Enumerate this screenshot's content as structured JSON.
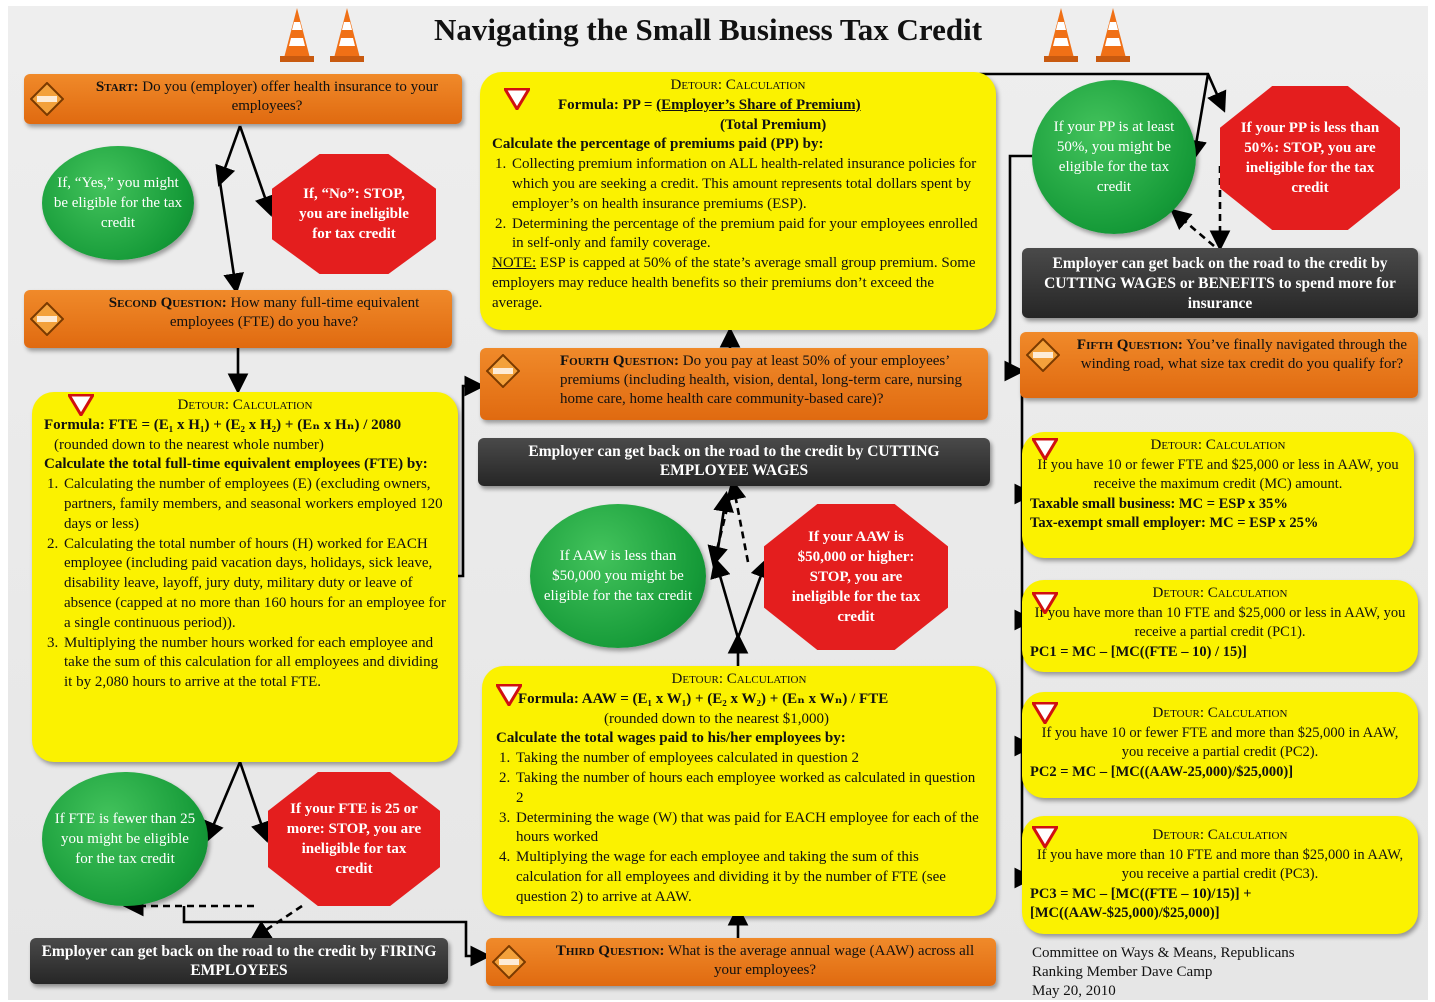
{
  "title": "Navigating the Small Business Tax Credit",
  "colors": {
    "orange": "#e8761a",
    "yellow": "#fbf200",
    "green": "#1aa03c",
    "red": "#e41e1e",
    "dark": "#333333"
  },
  "icons": {
    "cone": "traffic-cone-icon",
    "detour_sign": "detour-sign-icon",
    "yield": "yield-triangle-icon"
  },
  "start": {
    "label": "Start",
    "text": "Do you (employer) offer health insurance to your employees?"
  },
  "start_yes": "If, “Yes,” you might be eligible for the tax credit",
  "start_no": "If, “No”: STOP, you are ineligible for tax credit",
  "q2": {
    "label": "Second Question",
    "text": "How many full-time equivalent employees (FTE) do you have?"
  },
  "fte_detour": {
    "header": "Detour: Calculation",
    "formula_label": "Formula:",
    "formula": "FTE = (E₁ x H₁) + (E₂ x H₂) + (Eₙ x Hₙ) / 2080",
    "rounding": "(rounded down to the nearest whole number)",
    "lead": "Calculate the total full-time equivalent employees (FTE) by:",
    "steps": [
      "Calculating the number of employees (E) (excluding owners, partners, family members, and seasonal workers employed 120 days or less)",
      "Calculating the total number of hours (H) worked for EACH employee (including paid vacation days, holidays, sick leave, disability leave, layoff, jury duty, military duty or leave of absence (capped at no more than 160 hours for an employee for a single continuous period)).",
      "Multiplying the number hours worked for each employee and take the sum of this calculation for all employees and dividing it by 2,080 hours to arrive at the total FTE."
    ]
  },
  "fte_yes": "If FTE is fewer than 25 you might be eligible for the tax credit",
  "fte_no": "If your FTE is 25 or more: STOP, you are ineligible for tax credit",
  "fte_back": "Employer can get back on the road  to the credit by FIRING EMPLOYEES",
  "pp_detour": {
    "header": "Detour: Calculation",
    "formula_label": "Formula: PP =",
    "numerator": "(Employer’s Share of Premium)",
    "denominator": "(Total Premium)",
    "lead": "Calculate the percentage of premiums paid (PP) by:",
    "steps": [
      "Collecting premium information on ALL health-related insurance policies for which you are seeking a credit. This amount represents total dollars spent by employer’s on health insurance premiums (ESP).",
      "Determining the percentage of the premium paid for your employees enrolled in self-only and family coverage."
    ],
    "note_label": "NOTE:",
    "note": "ESP is capped at 50% of the state’s average small group premium. Some employers may reduce health benefits so their premiums don’t exceed the average."
  },
  "q4": {
    "label": "Fourth Question",
    "text": "Do you pay at least 50% of your employees’ premiums (including health, vision, dental, long-term care, nursing home care, home health care community-based care)?"
  },
  "aaw_back": "Employer can get back on the road to the credit by CUTTING EMPLOYEE WAGES",
  "aaw_yes": "If AAW is less than $50,000 you might be eligible for the tax credit",
  "aaw_no": "If your AAW is $50,000 or higher: STOP, you are ineligible for the tax credit",
  "aaw_detour": {
    "header": "Detour: Calculation",
    "formula_label": "Formula:",
    "formula": "AAW = (E₁ x W₁) + (E₂ x W₂) + (Eₙ x Wₙ) / FTE",
    "rounding": "(rounded down to the nearest $1,000)",
    "lead": "Calculate the total wages paid to his/her employees by:",
    "steps": [
      "Taking the number of employees calculated in question 2",
      "Taking the number of hours each employee worked as calculated in question 2",
      "Determining the  wage  (W) that was paid for EACH employee for each of the hours worked",
      "Multiplying the wage for each employee and taking the sum of this calculation for all employees and dividing it by the number of FTE (see question 2) to arrive at AAW."
    ]
  },
  "q3": {
    "label": "Third Question",
    "text": "What is the average annual wage (AAW) across all your employees?"
  },
  "pp_yes": "If your PP is at least 50%, you might be eligible for the tax credit",
  "pp_no": "If your PP is less than 50%: STOP, you are ineligible for the tax credit",
  "pp_back": "Employer can get back on the road to the credit by CUTTING WAGES or BENEFITS to spend more for insurance",
  "q5": {
    "label": "Fifth Question",
    "text": "You’ve finally navigated through the winding road, what size tax credit do you qualify for?"
  },
  "credit_boxes": [
    {
      "header": "Detour: Calculation",
      "text": "If you have 10 or fewer FTE and $25,000 or less in AAW, you receive the maximum credit (MC) amount.",
      "formulas": [
        "Taxable small business: MC = ESP x 35%",
        "Tax-exempt small employer: MC = ESP x 25%"
      ]
    },
    {
      "header": "Detour: Calculation",
      "text": "If you have more than 10 FTE and $25,000 or less in AAW, you receive a partial credit  (PC1).",
      "formulas": [
        "PC1 = MC – [MC((FTE – 10) / 15)]"
      ]
    },
    {
      "header": "Detour: Calculation",
      "text": "If you have 10 or fewer FTE and more than $25,000 in AAW, you receive a partial credit  (PC2).",
      "formulas": [
        "PC2 = MC – [MC((AAW-25,000)/$25,000)]"
      ]
    },
    {
      "header": "Detour: Calculation",
      "text": "If you have more than 10 FTE and more than $25,000 in AAW, you receive a partial credit  (PC3).",
      "formulas": [
        "PC3 = MC – [MC((FTE – 10)/15)] + [MC((AAW-$25,000)/$25,000)]"
      ]
    }
  ],
  "credits": {
    "line1": "Committee on Ways & Means, Republicans",
    "line2": "Ranking Member Dave Camp",
    "line3": "May 20, 2010"
  }
}
